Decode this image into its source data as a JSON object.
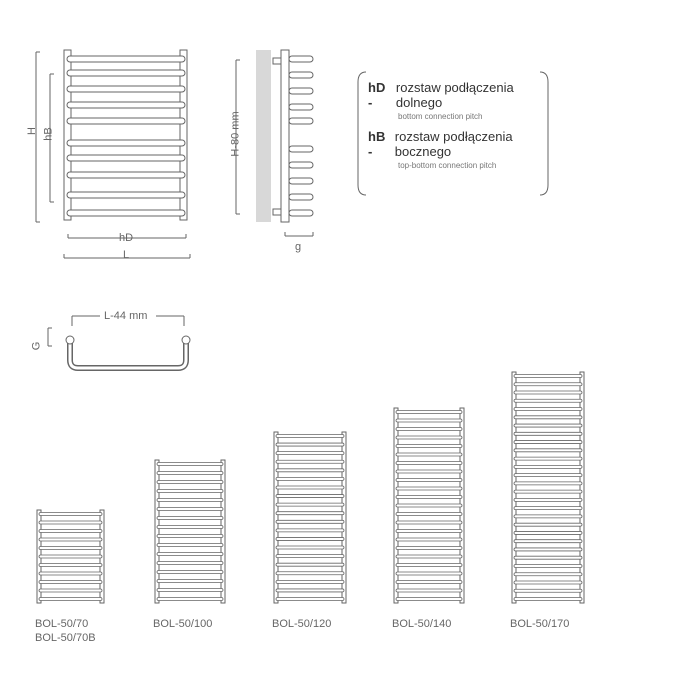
{
  "front_view": {
    "dim_H": "H",
    "dim_hB": "hB",
    "dim_hD": "hD",
    "dim_L": "L"
  },
  "side_view": {
    "dim_H80": "H-80 mm",
    "dim_g": "g"
  },
  "top_view": {
    "dim_L44": "L-44 mm",
    "dim_G": "G"
  },
  "legend": [
    {
      "key": "hD -",
      "pl": "rozstaw podłączenia dolnego",
      "en": "bottom connection pitch"
    },
    {
      "key": "hB -",
      "pl": "rozstaw podłączenia bocznego",
      "en": "top-bottom connection pitch"
    }
  ],
  "models": [
    {
      "labels": [
        "BOL-50/70",
        "BOL-50/70B"
      ],
      "bars": 11
    },
    {
      "labels": [
        "BOL-50/100"
      ],
      "bars": 16
    },
    {
      "labels": [
        "BOL-50/120"
      ],
      "bars": 20
    },
    {
      "labels": [
        "BOL-50/140"
      ],
      "bars": 23
    },
    {
      "labels": [
        "BOL-50/170"
      ],
      "bars": 28
    }
  ],
  "colors": {
    "line": "#666666",
    "wall": "#d8d8d8"
  }
}
